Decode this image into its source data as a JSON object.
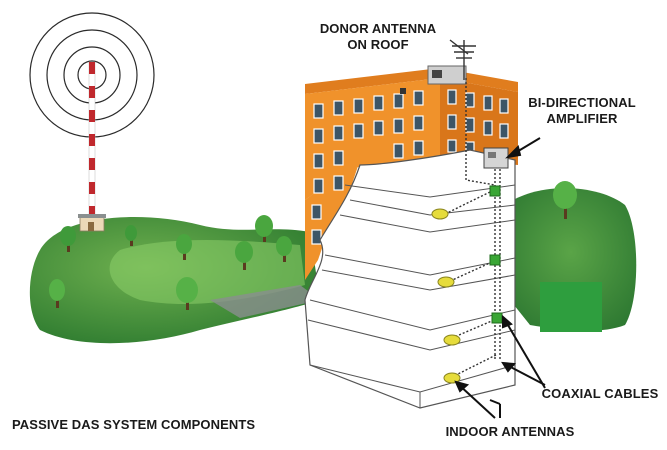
{
  "labels": {
    "donor_antenna": [
      "DONOR ANTENNA",
      "ON ROOF"
    ],
    "amplifier": [
      "BI-DIRECTIONAL",
      "AMPLIFIER"
    ],
    "coaxial_cables": "COAXIAL CABLES",
    "indoor_antennas": "INDOOR ANTENNAS",
    "title": "PASSIVE DAS SYSTEM COMPONENTS"
  },
  "colors": {
    "building_orange": "#f0922b",
    "building_shade": "#d9761a",
    "window": "#3d5566",
    "grass_dark": "#2f7d32",
    "grass_light": "#7fbf5a",
    "tower_red": "#c0282d",
    "antenna_yellow": "#e6dc3c",
    "node_green": "#3aa635"
  },
  "icons": [
    "cell-tower-icon",
    "signal-waves-icon",
    "donor-antenna-icon",
    "amplifier-box-icon",
    "indoor-antenna-icon",
    "tree-icon"
  ]
}
